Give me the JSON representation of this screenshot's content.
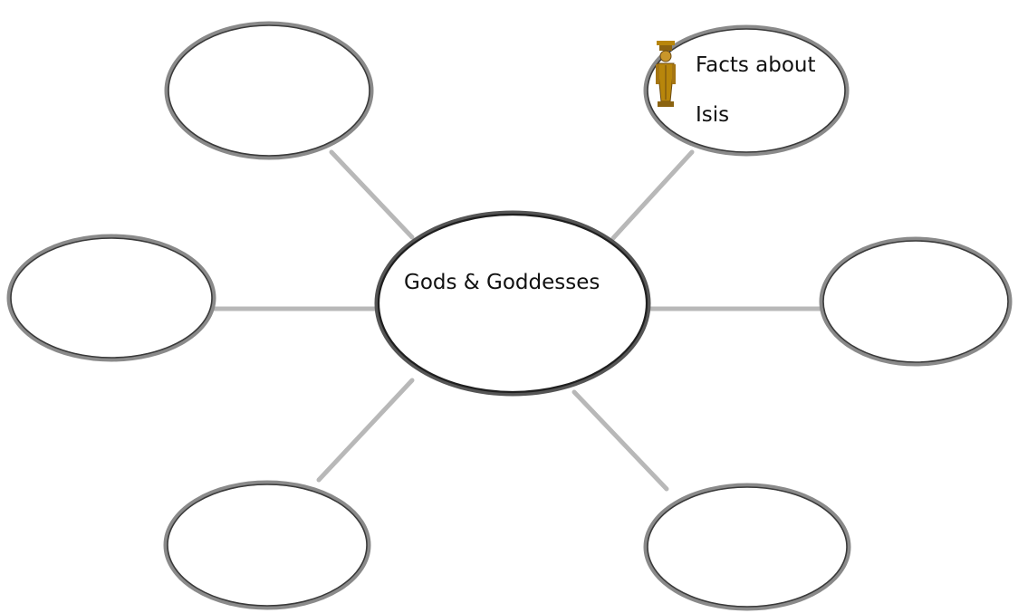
{
  "diagram": {
    "center": {
      "label": "Gods & Goddesses"
    },
    "nodes": [
      {
        "id": "top-left",
        "lines": []
      },
      {
        "id": "top-right",
        "lines": [
          "Facts about",
          "Isis"
        ],
        "image": "isis-statue-icon"
      },
      {
        "id": "middle-left",
        "lines": []
      },
      {
        "id": "middle-right",
        "lines": []
      },
      {
        "id": "bottom-left",
        "lines": []
      },
      {
        "id": "bottom-right",
        "lines": []
      }
    ]
  },
  "colors": {
    "ellipse_outer": "#888888",
    "ellipse_inner": "#3a3a3a",
    "center_stroke": "#222222",
    "connector": "#b8b8b8",
    "statue_gold": "#b8860b",
    "statue_dark": "#6b4a12"
  }
}
